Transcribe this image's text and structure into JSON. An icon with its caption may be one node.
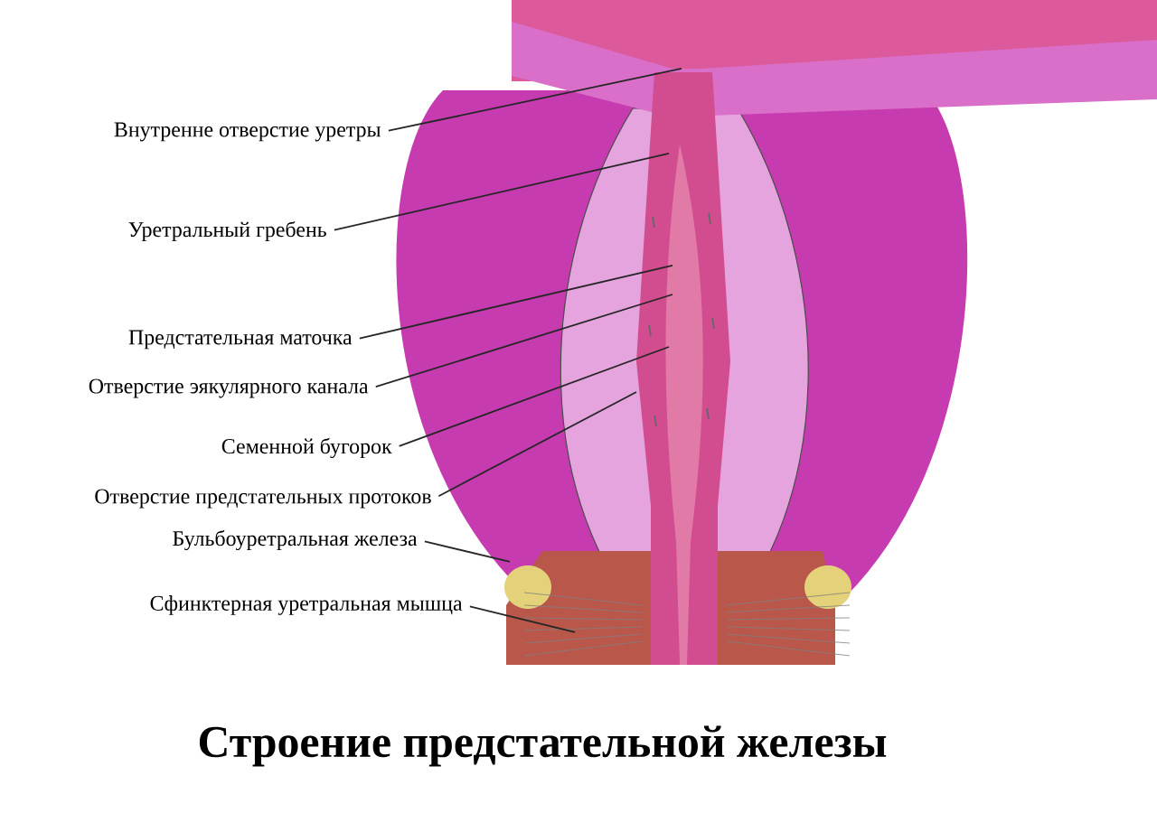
{
  "diagram": {
    "title": "Строение предстательной железы",
    "nodes": [
      {
        "text": [
          "Внутренне отверстие уретры"
        ]
      },
      {
        "text": [
          "Уретральный гребень"
        ]
      },
      {
        "text": [
          "Предстательная маточка"
        ]
      },
      {
        "text": [
          "Отверстие эякулярного канала"
        ]
      },
      {
        "text": [
          "Семенной бугорок"
        ]
      },
      {
        "text": [
          "Отверстие предстательных протоков"
        ]
      },
      {
        "text": [
          "Бульбоуретральная железа"
        ]
      },
      {
        "text": [
          "Сфинктерная уретральная мышца"
        ]
      }
    ],
    "edges": [
      {
        "from": 0,
        "to": null,
        "arrow": "none"
      },
      {
        "from": 1,
        "to": null,
        "arrow": "none"
      },
      {
        "from": 2,
        "to": null,
        "arrow": "none"
      },
      {
        "from": 3,
        "to": null,
        "arrow": "none"
      },
      {
        "from": 4,
        "to": null,
        "arrow": "none"
      },
      {
        "from": 5,
        "to": null,
        "arrow": "none"
      },
      {
        "from": 6,
        "to": null,
        "arrow": "none"
      },
      {
        "from": 7,
        "to": null,
        "arrow": "none"
      }
    ]
  }
}
